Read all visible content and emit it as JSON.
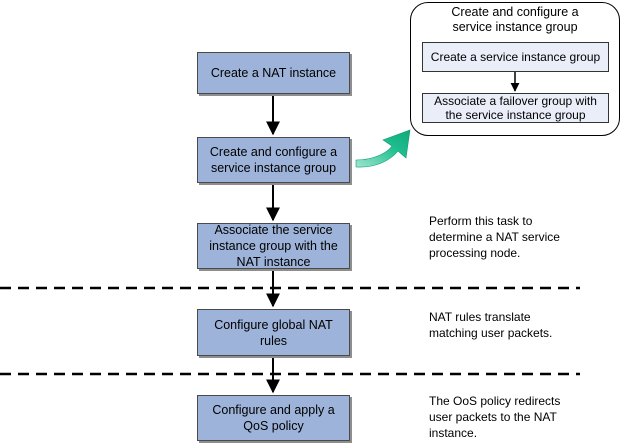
{
  "steps": [
    {
      "label": "Create a NAT instance"
    },
    {
      "label": "Create and configure a service instance group"
    },
    {
      "label": "Associate the service instance group with the NAT instance"
    },
    {
      "label": "Configure global NAT rules"
    },
    {
      "label": "Configure and apply a QoS policy"
    }
  ],
  "notes": [
    "Perform this task to determine a NAT service processing node.",
    "NAT rules translate matching user packets.",
    "The OoS policy redirects user packets to the NAT instance."
  ],
  "detail": {
    "title": "Create and configure a service instance group",
    "substeps": [
      "Create a service instance group",
      "Associate a failover group with the service instance group"
    ]
  },
  "colors": {
    "step_fill": "#9db3d9",
    "substep_fill": "#e9eef8",
    "callout_arrow": "#1fbf8f"
  }
}
